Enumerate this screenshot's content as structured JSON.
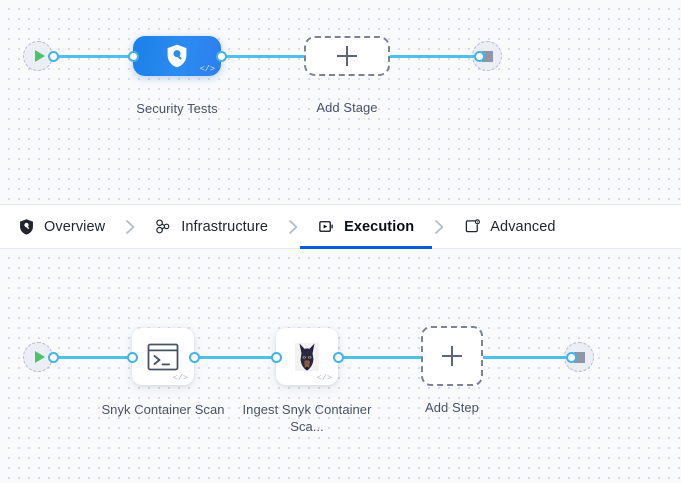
{
  "theme": {
    "canvas_bg": "#f8fafc",
    "dot_color": "#c9d2e0",
    "edge_color": "#4fc0ea",
    "port_color": "#43b4e4",
    "stage_node_color": "#2b8bf0",
    "active_tab_color": "#0b5cd8",
    "label_color": "#4a5366",
    "start_color": "#4dc36a",
    "stop_color": "#9096a8"
  },
  "stage_graph": {
    "start_node": {
      "name": "Pipeline Start",
      "icon": "play-icon"
    },
    "end_node": {
      "name": "Pipeline End",
      "icon": "stop-icon"
    },
    "nodes": [
      {
        "label": "Security Tests",
        "icon": "shield-search-icon",
        "badge": "</>",
        "type": "stage",
        "selected": true
      },
      {
        "label": "Add Stage",
        "icon": "plus-icon",
        "type": "add"
      }
    ]
  },
  "tabs": {
    "items": [
      {
        "label": "Overview",
        "icon": "shield-icon",
        "active": false
      },
      {
        "label": "Infrastructure",
        "icon": "nodes-icon",
        "active": false
      },
      {
        "label": "Execution",
        "icon": "play-box-icon",
        "active": true
      },
      {
        "label": "Advanced",
        "icon": "card-gear-icon",
        "active": false
      }
    ],
    "separator_icon": "chevron-right-icon"
  },
  "step_graph": {
    "start_node": {
      "name": "Execution Start",
      "icon": "play-icon"
    },
    "end_node": {
      "name": "Execution End",
      "icon": "stop-icon"
    },
    "nodes": [
      {
        "label": "Snyk Container Scan",
        "icon": "terminal-icon",
        "badge": "</>",
        "type": "step"
      },
      {
        "label": "Ingest Snyk Container Sca...",
        "icon": "snyk-doberman-icon",
        "badge": "</>",
        "type": "step"
      },
      {
        "label": "Add Step",
        "icon": "plus-icon",
        "type": "add"
      }
    ]
  }
}
